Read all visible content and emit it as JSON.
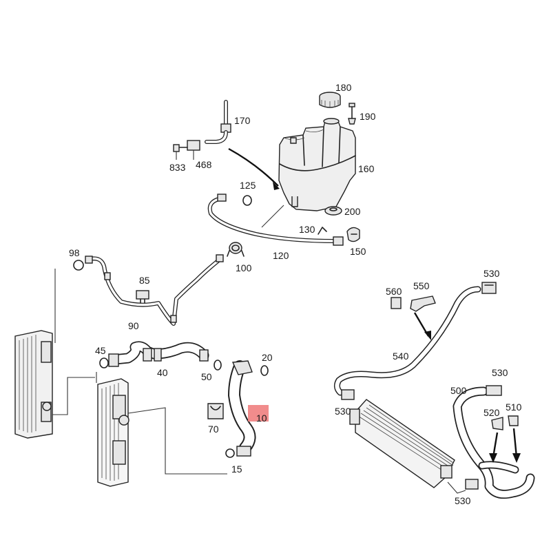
{
  "diagram": {
    "highlight_color": "#f08080",
    "line_color": "#222222",
    "callouts": [
      {
        "id": "180",
        "text": "180"
      },
      {
        "id": "190",
        "text": "190"
      },
      {
        "id": "170",
        "text": "170"
      },
      {
        "id": "833",
        "text": "833"
      },
      {
        "id": "468",
        "text": "468"
      },
      {
        "id": "160",
        "text": "160"
      },
      {
        "id": "125",
        "text": "125"
      },
      {
        "id": "200",
        "text": "200"
      },
      {
        "id": "130",
        "text": "130"
      },
      {
        "id": "150",
        "text": "150"
      },
      {
        "id": "120",
        "text": "120"
      },
      {
        "id": "100",
        "text": "100"
      },
      {
        "id": "98",
        "text": "98"
      },
      {
        "id": "85",
        "text": "85"
      },
      {
        "id": "90",
        "text": "90"
      },
      {
        "id": "45",
        "text": "45"
      },
      {
        "id": "40",
        "text": "40"
      },
      {
        "id": "50",
        "text": "50"
      },
      {
        "id": "20",
        "text": "20"
      },
      {
        "id": "10",
        "text": "10"
      },
      {
        "id": "70",
        "text": "70"
      },
      {
        "id": "15",
        "text": "15"
      },
      {
        "id": "530a",
        "text": "530"
      },
      {
        "id": "560",
        "text": "560"
      },
      {
        "id": "550",
        "text": "550"
      },
      {
        "id": "540",
        "text": "540"
      },
      {
        "id": "530b",
        "text": "530"
      },
      {
        "id": "500",
        "text": "500"
      },
      {
        "id": "530c",
        "text": "530"
      },
      {
        "id": "510",
        "text": "510"
      },
      {
        "id": "520",
        "text": "520"
      },
      {
        "id": "530d",
        "text": "530"
      }
    ]
  }
}
